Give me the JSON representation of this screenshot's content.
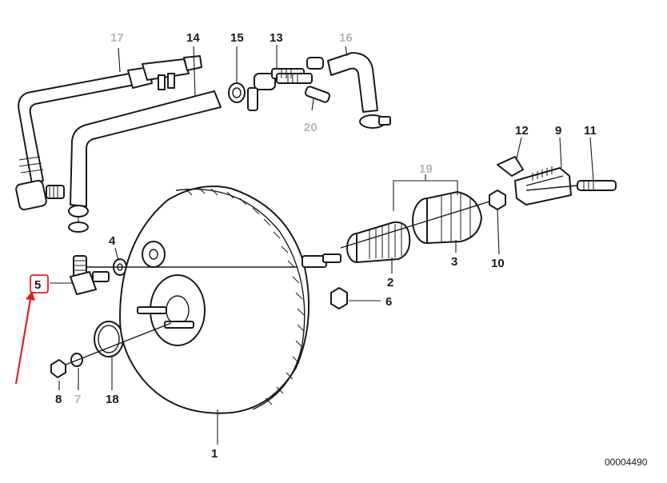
{
  "diagram": {
    "document_number": "00004490",
    "highlight_color": "#e02020",
    "ink_color": "#1a1a1a",
    "faded_color": "#b5b5b5",
    "callouts": [
      {
        "id": "c1",
        "label": "1",
        "faded": false
      },
      {
        "id": "c2",
        "label": "2",
        "faded": false
      },
      {
        "id": "c3",
        "label": "3",
        "faded": false
      },
      {
        "id": "c4",
        "label": "4",
        "faded": false
      },
      {
        "id": "c5",
        "label": "5",
        "faded": false,
        "highlighted": true
      },
      {
        "id": "c6",
        "label": "6",
        "faded": false
      },
      {
        "id": "c7",
        "label": "7",
        "faded": true
      },
      {
        "id": "c8",
        "label": "8",
        "faded": false
      },
      {
        "id": "c9",
        "label": "9",
        "faded": false
      },
      {
        "id": "c10",
        "label": "10",
        "faded": false
      },
      {
        "id": "c11",
        "label": "11",
        "faded": false
      },
      {
        "id": "c12",
        "label": "12",
        "faded": false
      },
      {
        "id": "c13",
        "label": "13",
        "faded": false
      },
      {
        "id": "c14",
        "label": "14",
        "faded": false
      },
      {
        "id": "c15",
        "label": "15",
        "faded": false
      },
      {
        "id": "c16",
        "label": "16",
        "faded": true
      },
      {
        "id": "c17",
        "label": "17",
        "faded": true
      },
      {
        "id": "c18",
        "label": "18",
        "faded": false
      },
      {
        "id": "c19",
        "label": "19",
        "faded": true
      },
      {
        "id": "c20",
        "label": "20",
        "faded": true
      }
    ]
  }
}
